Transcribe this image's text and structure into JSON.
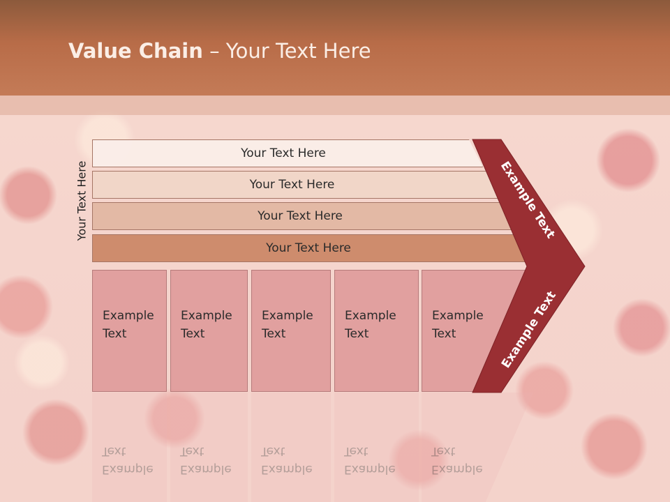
{
  "slide": {
    "title_bold": "Value Chain",
    "title_rest": " – Your Text Here",
    "side_label": "Your Text Here",
    "rows": [
      {
        "label": "Your Text Here"
      },
      {
        "label": "Your Text Here"
      },
      {
        "label": "Your Text Here"
      },
      {
        "label": "Your Text Here"
      }
    ],
    "columns": [
      {
        "line1": "Example",
        "line2": "Text"
      },
      {
        "line1": "Example",
        "line2": "Text"
      },
      {
        "line1": "Example",
        "line2": "Text"
      },
      {
        "line1": "Example",
        "line2": "Text"
      },
      {
        "line1": "Example",
        "line2": "Text"
      }
    ],
    "chevron_upper": "Example Text",
    "chevron_lower": "Example Text",
    "colors": {
      "header": "#b86c48",
      "chevron": "#9a2f33",
      "row_darkest": "#cc8969",
      "column_fill": "#de9898"
    }
  }
}
